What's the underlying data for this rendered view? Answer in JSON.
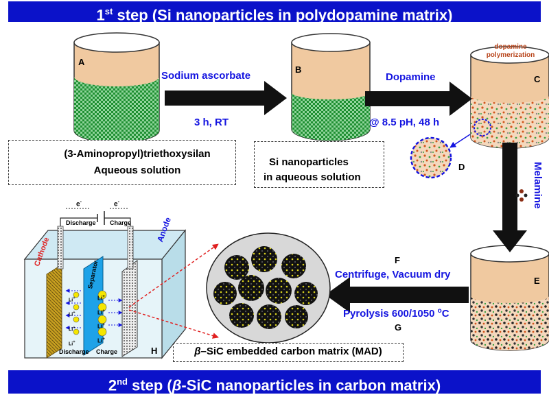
{
  "steps": {
    "step1_num": "1",
    "step1_sup": "st",
    "step1_rest": " step (Si nanoparticles in polydopamine matrix)",
    "step2_num": "2",
    "step2_sup": "nd",
    "step2_mid": " step (",
    "step2_beta": "β",
    "step2_rest": "-SiC nanoparticles in carbon matrix)"
  },
  "arrows": {
    "a1_top": "Sodium ascorbate",
    "a1_bottom": "3 h, RT",
    "a2_top": "Dopamine",
    "a2_bottom": "@ 8.5 pH, 48 h",
    "a3_side": "Melamine",
    "a4_top": "Centrifuge, Vacuum dry",
    "a4_bottom_main": "Pyrolysis 600/1050 ",
    "a4_bottom_sup": "o",
    "a4_bottom_unit": "C"
  },
  "letters": {
    "A": "A",
    "B": "B",
    "C": "C",
    "D": "D",
    "E": "E",
    "F": "F",
    "G": "G",
    "H": "H"
  },
  "labels": {
    "polymerization_line1": "dopamine",
    "polymerization_line2": "polymerization",
    "legend1_line1": "(3-Aminopropyl)triethoxysilan",
    "legend1_line2": "Aqueous solution",
    "legend2_line1": "Si nanoparticles",
    "legend2_line2": "in aqueous solution",
    "mad_beta": "β",
    "mad_rest": "–SiC embedded carbon matrix (MAD)"
  },
  "battery": {
    "cathode": "Cathode",
    "anode": "Anode",
    "separator": "Separator",
    "discharge_top": "Discharge",
    "charge_top": "Charge",
    "e1": "e",
    "e2": "e",
    "e_sup": "-",
    "discharge_bottom": "Discharge",
    "charge_bottom": "Charge",
    "li": "Li",
    "li_sup": "+"
  },
  "colors": {
    "banner": "#0b12c9",
    "label_blue": "#1414e0",
    "cathode_red": "#e02020",
    "polymer_brown": "#b8441a",
    "cup_peach": "#f0c9a0",
    "aptes_green": "#2a9a3a"
  }
}
